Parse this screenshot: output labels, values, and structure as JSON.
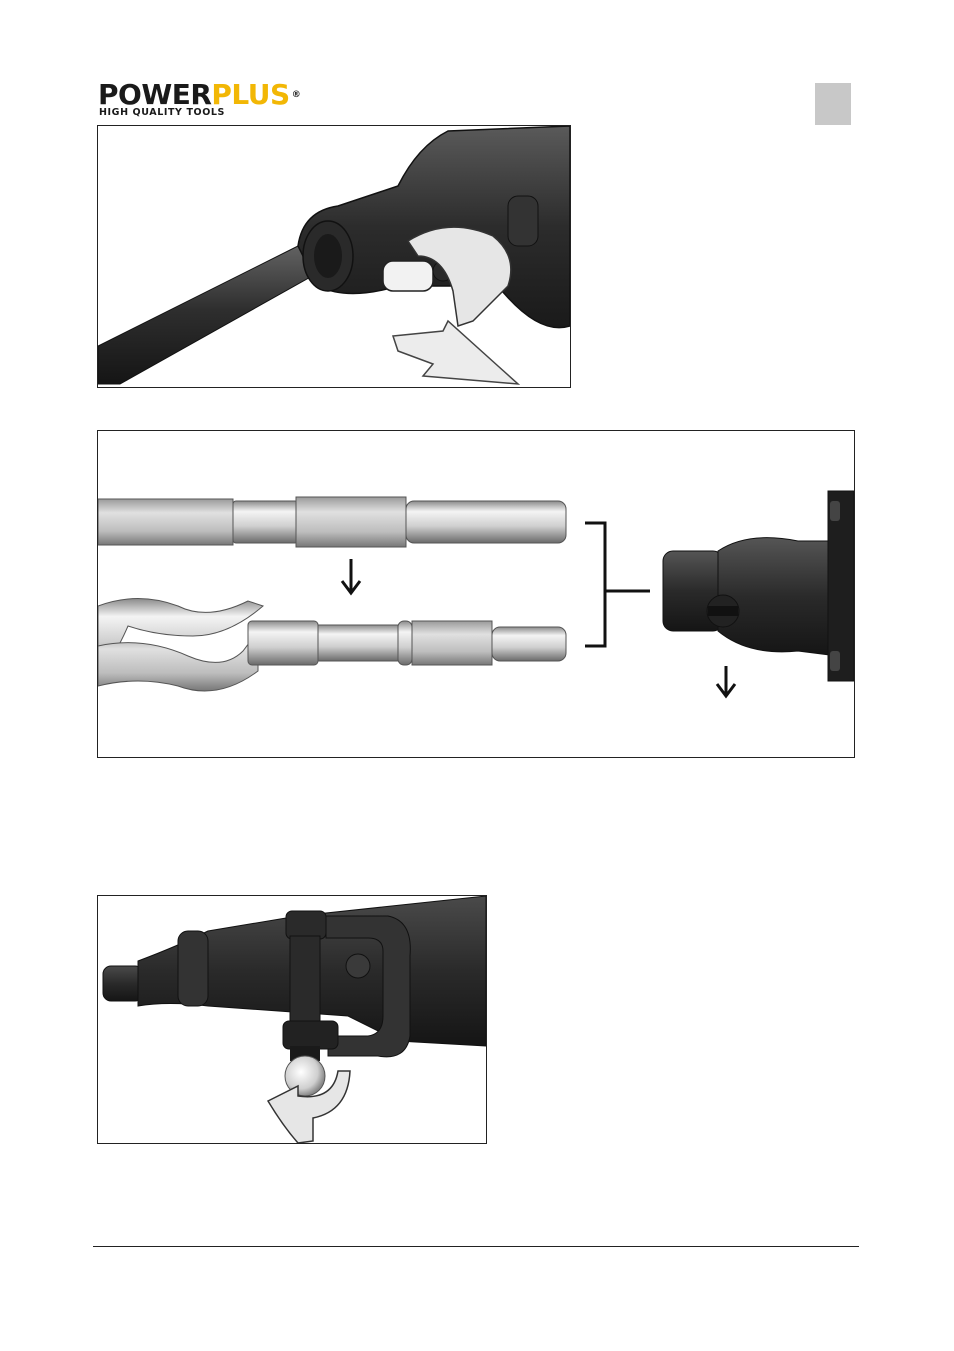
{
  "header": {
    "brand_part1": "POWER",
    "brand_part2": "PLUS",
    "registered": "®",
    "tagline": "HIGH QUALITY TOOLS",
    "brand_colors": {
      "dark": "#1a1a1a",
      "accent": "#f2b705"
    }
  },
  "figures": [
    {
      "name": "chuck-lock-rotate-illustration",
      "icon": "rotate-arrow-icon"
    },
    {
      "name": "bit-shank-insertion-illustration",
      "icon": "down-arrow-icon"
    },
    {
      "name": "side-handle-adjust-illustration",
      "icon": "rotate-arrow-icon"
    }
  ]
}
